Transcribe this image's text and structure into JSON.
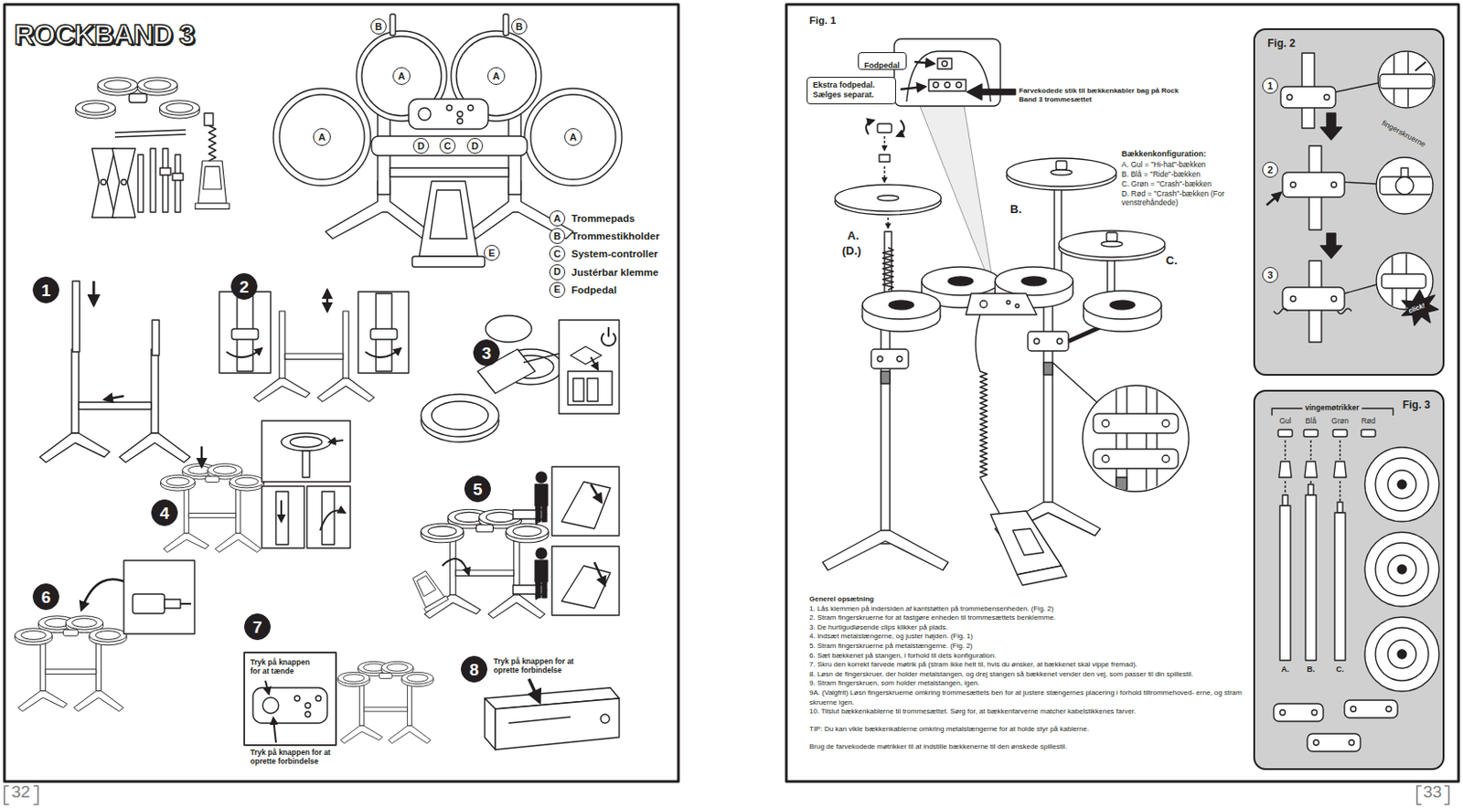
{
  "diagram": {
    "title": "ROCKBAND 3",
    "nodes": [
      {
        "text": [
          "B"
        ]
      },
      {
        "text": [
          "B"
        ]
      },
      {
        "text": [
          "A"
        ]
      },
      {
        "text": [
          "A"
        ]
      },
      {
        "text": [
          "A"
        ]
      },
      {
        "text": [
          "D"
        ]
      },
      {
        "text": [
          "C"
        ]
      },
      {
        "text": [
          "D"
        ]
      },
      {
        "text": [
          "A"
        ]
      },
      {
        "text": [
          "E"
        ]
      },
      {
        "text": [
          "A"
        ]
      },
      {
        "text": [
          "B"
        ]
      },
      {
        "text": [
          "C"
        ]
      },
      {
        "text": [
          "D"
        ]
      },
      {
        "text": [
          "E"
        ]
      },
      {
        "text": [
          "1"
        ]
      },
      {
        "text": [
          "2"
        ]
      },
      {
        "text": [
          "3"
        ]
      },
      {
        "text": [
          "4"
        ]
      },
      {
        "text": [
          "5"
        ]
      },
      {
        "text": [
          "6"
        ]
      },
      {
        "text": [
          "7"
        ]
      },
      {
        "text": [
          "Tryk på knappen for at tænde"
        ]
      },
      {
        "text": [
          "8"
        ]
      },
      {
        "text": [
          "Fodpedal"
        ]
      },
      {
        "text": [
          "Ekstra fodpedal. Sælges separat."
        ]
      },
      {
        "text": [
          "Fig. 2"
        ]
      },
      {
        "text": [
          "1"
        ],
        "in": 26
      },
      {
        "text": [
          "2"
        ],
        "in": 26
      },
      {
        "text": [
          "3"
        ],
        "in": 26
      },
      {
        "text": [
          "Fig. 3"
        ]
      }
    ],
    "labels": [
      "Tryk på knappen for at oprette forbindelse",
      "Tryk på knappen for at oprette forbindelse",
      "32",
      "Fig. 1",
      "Farvekodede stik til bækkenkabler bag på Rock Band 3 trommesættet",
      "Bækkenkonfiguration:",
      "A. Gul = \"Hi-hat\"-bækken",
      "B. Blå = \"Ride\"-bækken",
      "C. Grøn = \"Crash\"-bækken",
      "D. Rød = \"Crash\"-bækken (For venstrehåndede)",
      "A.",
      "(D.)",
      "B.",
      "C.",
      "fingerskruerne",
      "click!",
      "vingemøtrikker",
      "Gul",
      "Blå",
      "Grøn",
      "Rød",
      "A.",
      "B.",
      "C.",
      "Generel opsætning",
      "1. Lås klemmen på indersiden af kantstøtten på trommebensenheden. (Fig. 2)",
      "2. Stram fingerskruerne for at fastgøre enheden til trommesættets benklemme.",
      "3. De hurtigudløsende clips klikker på plads.",
      "4. Indsæt metalstængerne, og juster højden. (Fig. 1)",
      "5. Stram fingerskruerne på metalstængerne. (Fig. 2)",
      "6. Sæt bækkenet på stangen, i forhold til dets konfiguration.",
      "7. Skru den korrekt farvede møtrik på (stram ikke helt til, hvis du ønsker, at bækkenet skal vippe fremad).",
      "8. Løsn de fingerskruer, der holder metalstangen, og drej stangen så bækkenet vender den vej, som passer til din spillestil.",
      "9. Stram fingerskruen, som holder metalstangen, igen.",
      "9A. (Valgfrit) Løsn fingerskruerne omkring trommesættets ben for at justere stængernes placering i forhold tiltrommehoved- erne, og stram skruerne igen.",
      "10. Tilslut bækkenkablerne til trommesættet. Sørg for, at bækkenfarverne matcher kabelstikkenes farver.",
      "TIP: Du kan vikle bækkenkablerne omkring metalstængerne for at holde styr på kablerne.",
      "Brug de farvekodede møtrikker til at indstille bækkenerne til den ønskede spillestil.",
      "33"
    ],
    "legend": [
      {
        "text": "Trommepads"
      },
      {
        "text": "Trommestikholder"
      },
      {
        "text": "System-controller"
      },
      {
        "text": "Justérbar klemme"
      },
      {
        "text": "Fodpedal"
      }
    ]
  }
}
